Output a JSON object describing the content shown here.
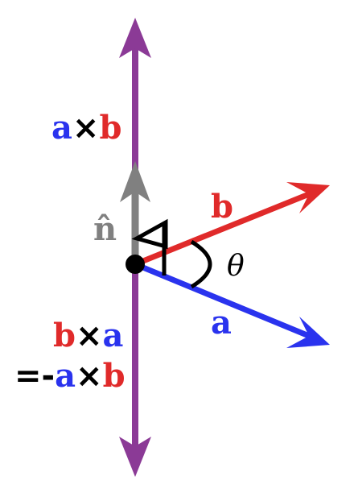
{
  "colors": {
    "a": "#2a33ee",
    "b": "#e02a2a",
    "cross": "#8b3a96",
    "normal": "#808080",
    "ink": "#000000"
  },
  "labels": {
    "axb": {
      "a": "a",
      "times": "×",
      "b": "b"
    },
    "n_hat": "n̂",
    "b_vec": "b",
    "a_vec": "a",
    "theta": "θ",
    "bxa": {
      "b": "b",
      "times": "×",
      "a": "a"
    },
    "neg_axb": {
      "eq": "=-",
      "a": "a",
      "times": "×",
      "b": "b"
    }
  }
}
